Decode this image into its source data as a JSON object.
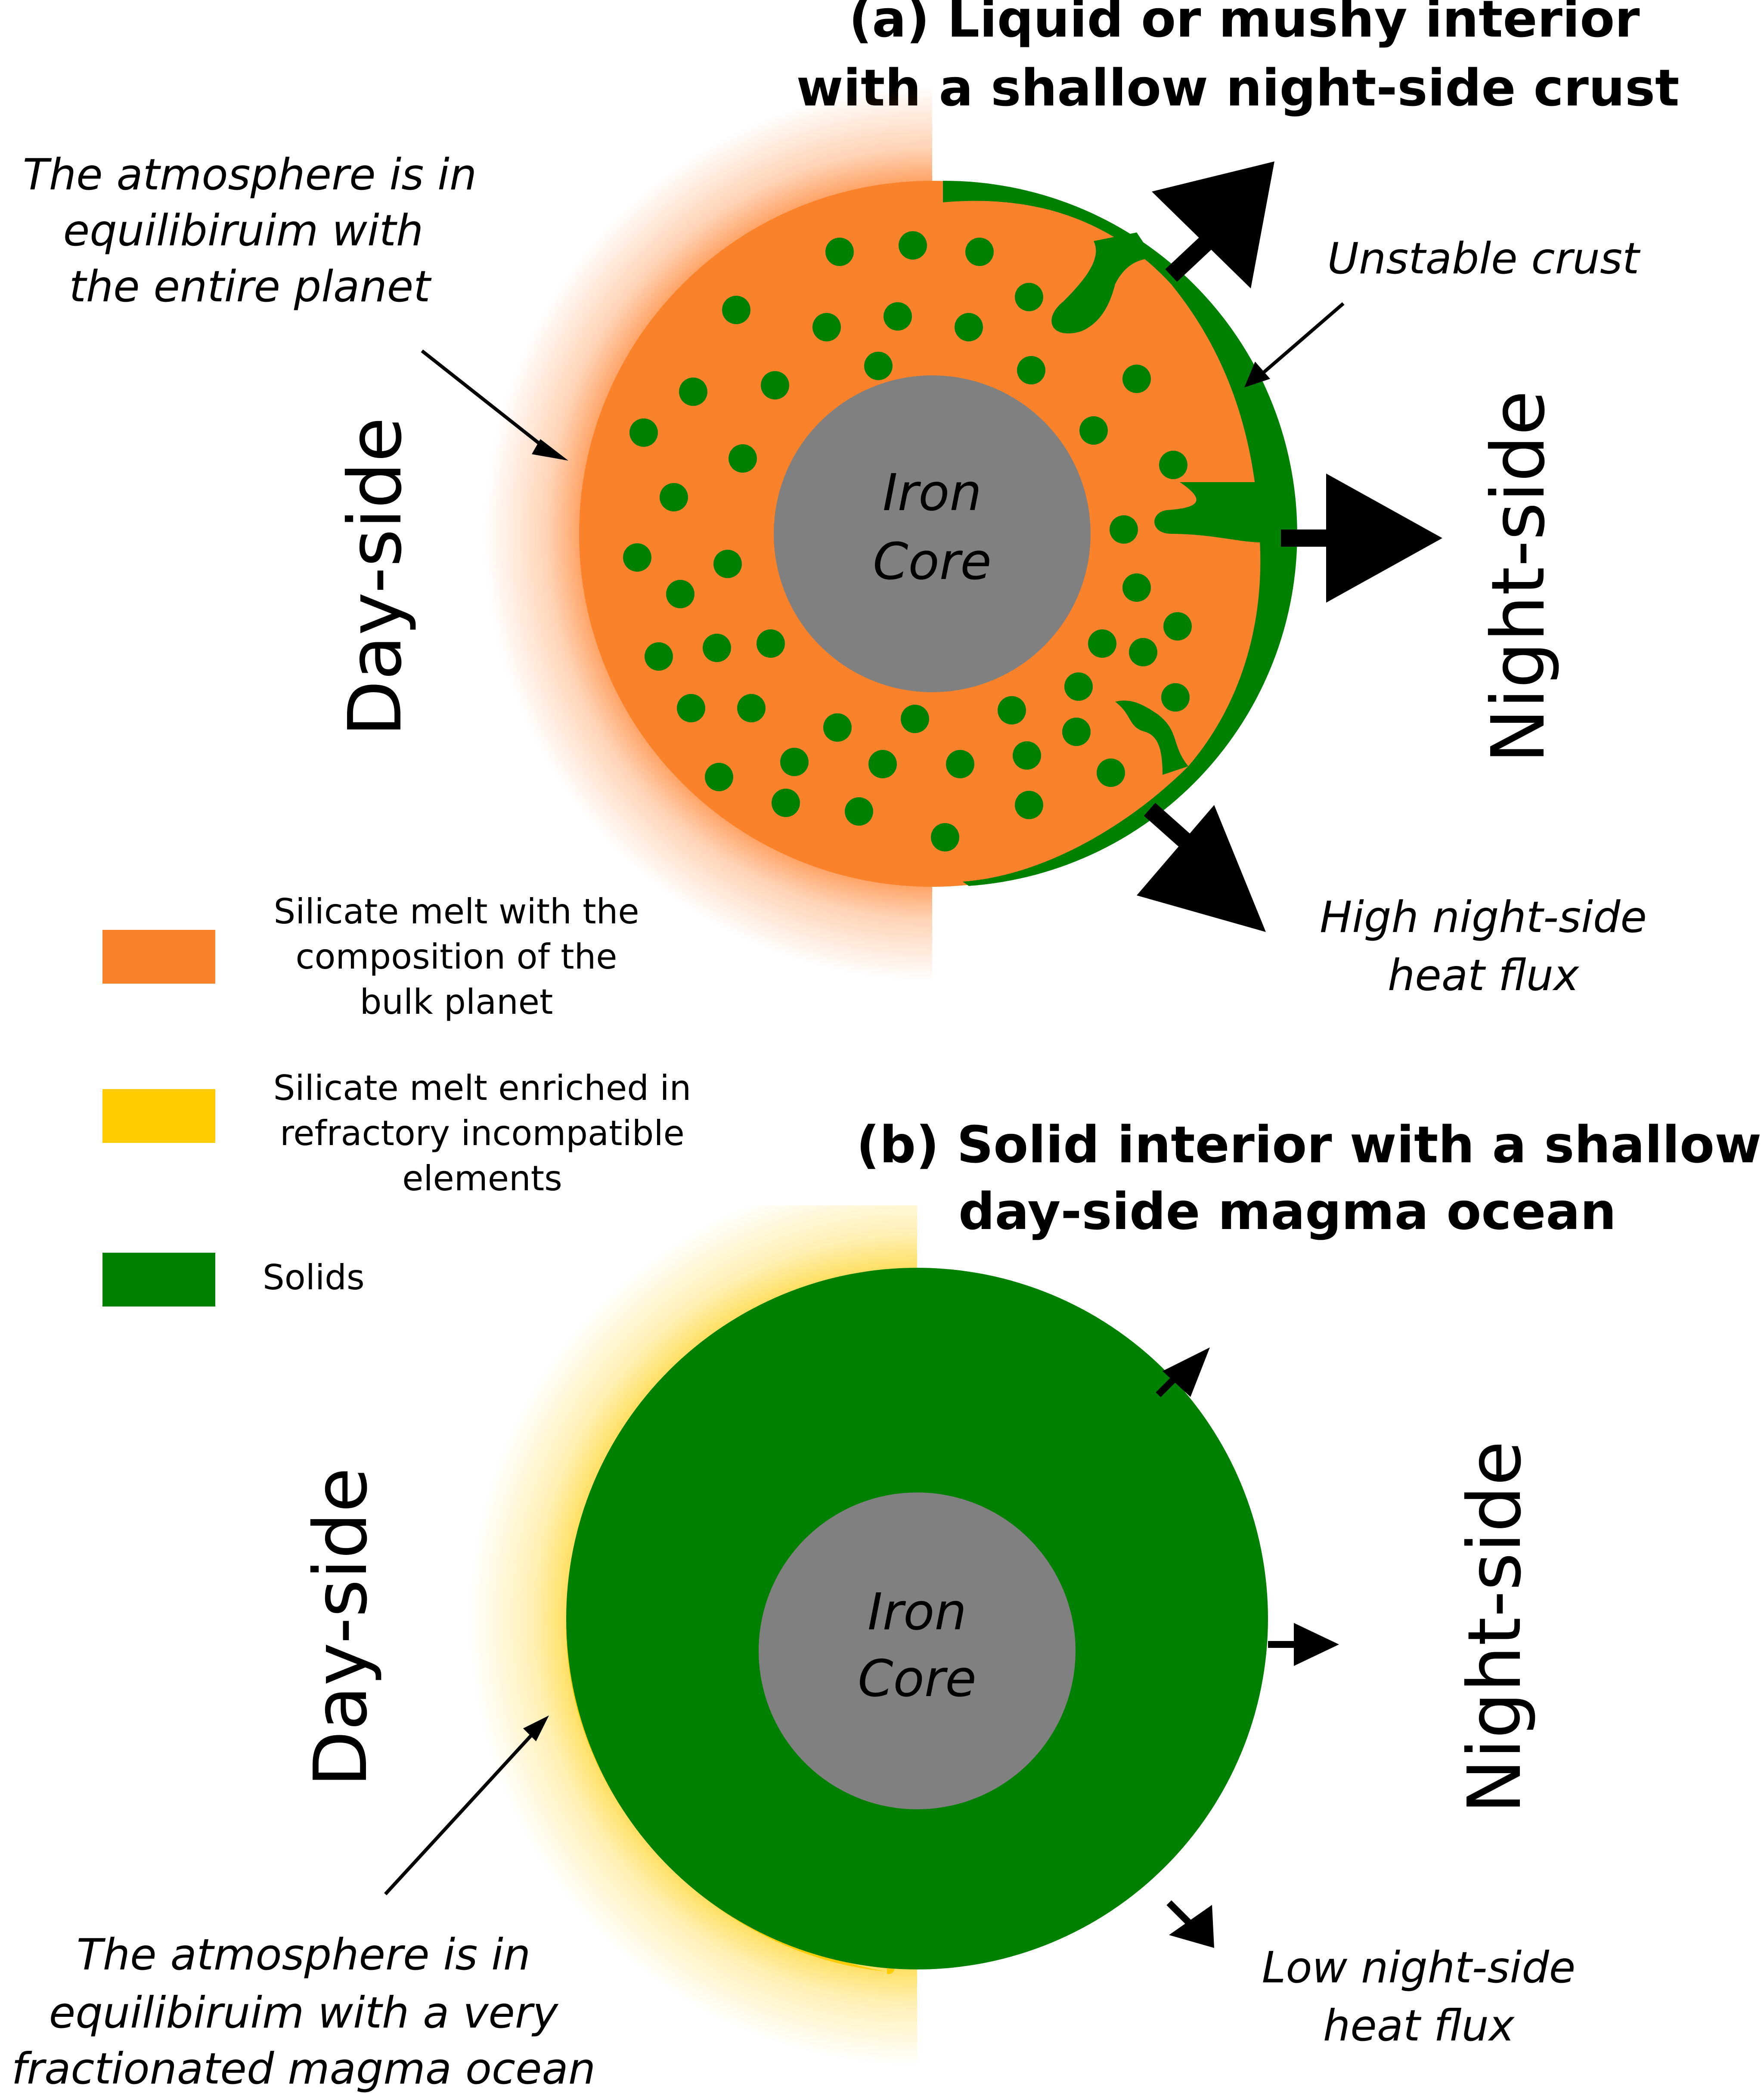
{
  "panel_a": {
    "title_line1": "(a) Liquid or mushy interior",
    "title_line2": "with a shallow night-side crust",
    "day_label": "Day-side",
    "night_label": "Night-side",
    "core_line1": "Iron",
    "core_line2": "Core",
    "atmosphere_note": [
      "The atmosphere is in",
      "equilibiruim with",
      "the entire planet"
    ],
    "crust_note": "Unstable crust",
    "heat_note": [
      "High night-side",
      "heat flux"
    ]
  },
  "panel_b": {
    "title_line1": "(b) Solid interior with a shallow",
    "title_line2": "day-side magma ocean",
    "day_label": "Day-side",
    "night_label": "Night-side",
    "core_line1": "Iron",
    "core_line2": "Core",
    "atmosphere_note": [
      "The atmosphere is in",
      "equilibiruim with a very",
      "fractionated magma ocean"
    ],
    "heat_note": [
      "Low night-side",
      "heat flux"
    ]
  },
  "legend": [
    {
      "color": "#f9822b",
      "lines": [
        "Silicate melt with the",
        "composition of the",
        "bulk planet"
      ]
    },
    {
      "color": "#ffcc00",
      "lines": [
        "Silicate melt enriched in",
        "refractory incompatible",
        "elements"
      ]
    },
    {
      "color": "#008000",
      "lines": [
        "Solids"
      ]
    }
  ],
  "colors": {
    "melt": "#f9822b",
    "enriched_melt": "#ffcc00",
    "solids": "#008000",
    "core": "#808080",
    "arrow": "#000000"
  }
}
